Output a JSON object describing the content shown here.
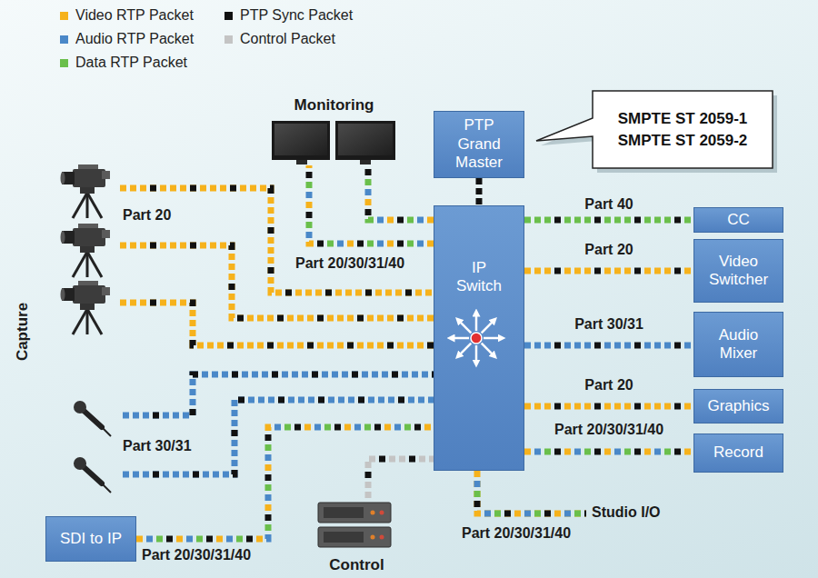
{
  "diagram": {
    "nodes": [
      {
        "text": [
          "Monitoring"
        ]
      },
      {
        "text": [
          "PTP Grand Master"
        ]
      },
      {
        "text": [
          "SMPTE ST 2059-1",
          "SMPTE ST 2059-2"
        ]
      },
      {
        "text": [
          "IP Switch"
        ]
      },
      {
        "text": [
          "CC"
        ]
      },
      {
        "text": [
          "Video Switcher"
        ]
      },
      {
        "text": [
          "Audio Mixer"
        ]
      },
      {
        "text": [
          "Graphics"
        ]
      },
      {
        "text": [
          "Record"
        ]
      },
      {
        "text": [
          "SDI to IP"
        ]
      },
      {
        "text": [
          "Control"
        ]
      }
    ],
    "edges": [
      {
        "from": 1,
        "to": 3,
        "arrow": "none"
      },
      {
        "from": 3,
        "to": 4,
        "label": "Part 40",
        "arrow": "none"
      },
      {
        "from": 3,
        "to": 5,
        "label": "Part 20",
        "arrow": "none"
      },
      {
        "from": 3,
        "to": 6,
        "label": "Part 30/31",
        "arrow": "none"
      },
      {
        "from": 3,
        "to": 7,
        "label": "Part 20",
        "arrow": "none"
      },
      {
        "from": 3,
        "to": 8,
        "label": "Part 20/30/31/40",
        "arrow": "none"
      },
      {
        "from": 9,
        "to": 3,
        "label": "Part 20/30/31/40",
        "arrow": "none"
      },
      {
        "from": 3,
        "to": 0,
        "arrow": "none"
      },
      {
        "from": 3,
        "to": 0,
        "arrow": "none"
      },
      {
        "from": 10,
        "to": 3,
        "arrow": "none"
      }
    ],
    "labels": [
      "Capture",
      "Part 20",
      "Part 20/30/31/40",
      "Part 30/31",
      "Studio I/O",
      "Part 20/30/31/40"
    ],
    "legend": [
      {
        "text": "Video RTP Packet",
        "color": "#f6b21c"
      },
      {
        "text": "PTP Sync Packet",
        "color": "#111111"
      },
      {
        "text": "Audio RTP Packet",
        "color": "#4a88c8"
      },
      {
        "text": "Control Packet",
        "color": "#c4c4c4"
      },
      {
        "text": "Data RTP Packet",
        "color": "#6abf4b"
      }
    ]
  }
}
